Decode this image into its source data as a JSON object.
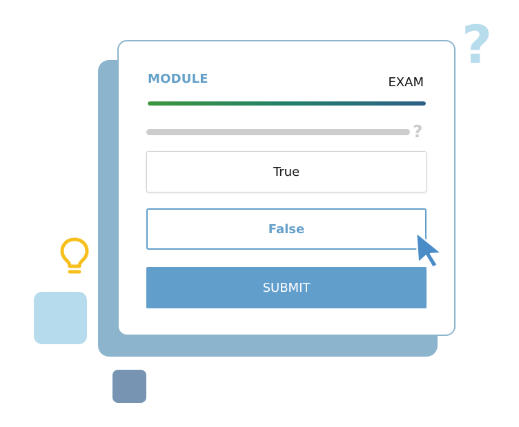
{
  "quiz": {
    "module_label": "MODULE",
    "exam_label": "EXAM",
    "progress": 1.0,
    "question_mark": "?",
    "options": [
      {
        "label": "True",
        "selected": false
      },
      {
        "label": "False",
        "selected": true
      }
    ],
    "submit_label": "SUBMIT"
  },
  "decor": {
    "big_question_mark": "?",
    "icons": [
      "lightbulb-icon",
      "mouse-cursor-icon"
    ]
  },
  "colors": {
    "accent": "#629ecc",
    "back_panel": "#8cb4cd",
    "bulb": "#f6bf1d",
    "progress_start": "#3c963c",
    "progress_end": "#2e5f86"
  }
}
